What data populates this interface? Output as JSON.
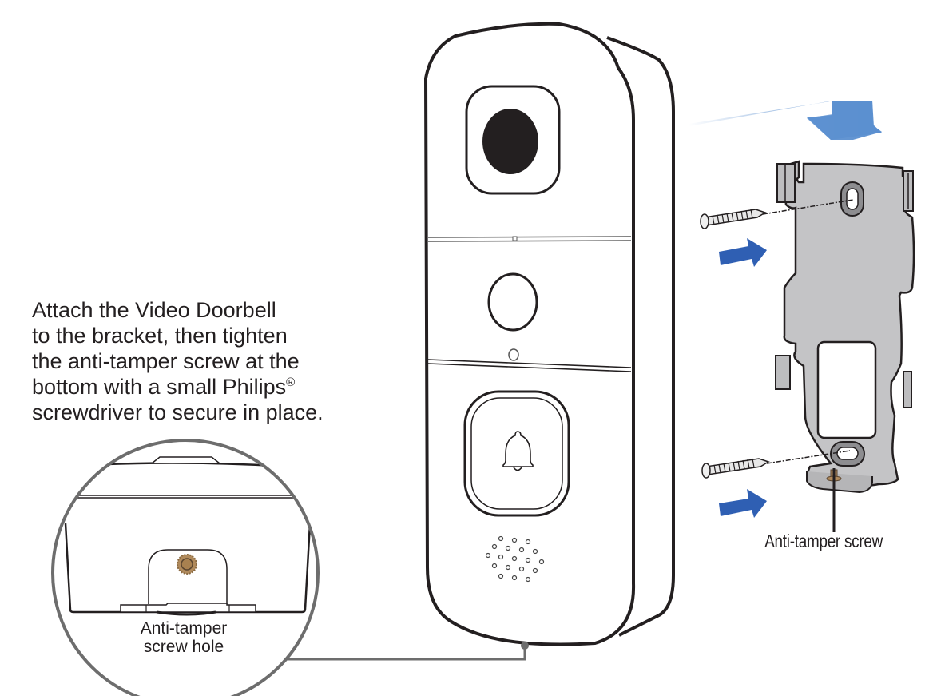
{
  "instruction": {
    "line1": "Attach the Video Doorbell",
    "line2": "to the bracket, then tighten",
    "line3": "the anti-tamper screw at the",
    "line4_prefix": "bottom with a small Philips",
    "line4_mark": "®",
    "line5": "screwdriver to secure in place."
  },
  "callouts": {
    "screw_hole_line1": "Anti-tamper",
    "screw_hole_line2": "screw hole",
    "screw": "Anti-tamper screw"
  },
  "colors": {
    "outline": "#231f20",
    "bracket_fill": "#c4c4c6",
    "bracket_ring": "#8d8d90",
    "arrow_blue": "#2f5fb3",
    "arrow_gradient_end": "#5b8fd0",
    "leader_gray": "#6d6d6d",
    "screw_brass": "#b08a5c"
  },
  "icons": {
    "doorbell_button": "bell-icon",
    "mount_direction": "curved-arrow-icon",
    "push_arrow": "right-arrow-icon"
  }
}
